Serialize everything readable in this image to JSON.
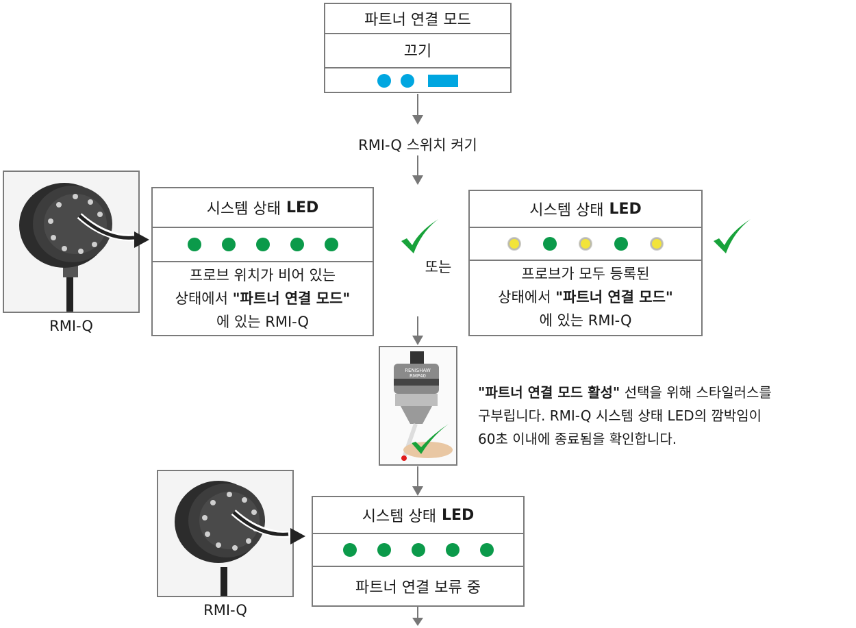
{
  "top_box": {
    "title": "파트너 연결 모드",
    "subtitle": "끄기"
  },
  "step_switch_on": "RMI-Q 스위치 켜기",
  "left_box": {
    "title_plain": "시스템 상태",
    "title_bold": "LED",
    "line1": "프로브 위치가 비어 있는",
    "line2_plain": "상태에서",
    "line2_bold": "\"파트너 연결 모드\"",
    "line3": "에 있는 RMI-Q"
  },
  "or_label": "또는",
  "right_box": {
    "title_plain": "시스템 상태",
    "title_bold": "LED",
    "line1": "프로브가 모두 등록된",
    "line2_plain": "상태에서",
    "line2_bold": "\"파트너 연결 모드\"",
    "line3": "에 있는 RMI-Q"
  },
  "rmi_label_1": "RMI-Q",
  "rmi_label_2": "RMI-Q",
  "probe_brand": "RENISHAW",
  "probe_model": "RMP40",
  "instruction": {
    "bold": "\"파트너 연결 모드 활성\"",
    "text1": " 선택을 위해 스타일러스를",
    "line2": "구부립니다. RMI-Q 시스템 상태 LED의 깜박임이",
    "line3": "60초 이내에 종료됨을 확인합니다."
  },
  "bottom_box": {
    "title_plain": "시스템 상태",
    "title_bold": "LED",
    "status": "파트너 연결 보류 중"
  },
  "colors": {
    "led_green": "#0b9a4a",
    "led_blue": "#00a6e0",
    "led_yellow": "#f2e43a",
    "check_green": "#18a23a"
  }
}
